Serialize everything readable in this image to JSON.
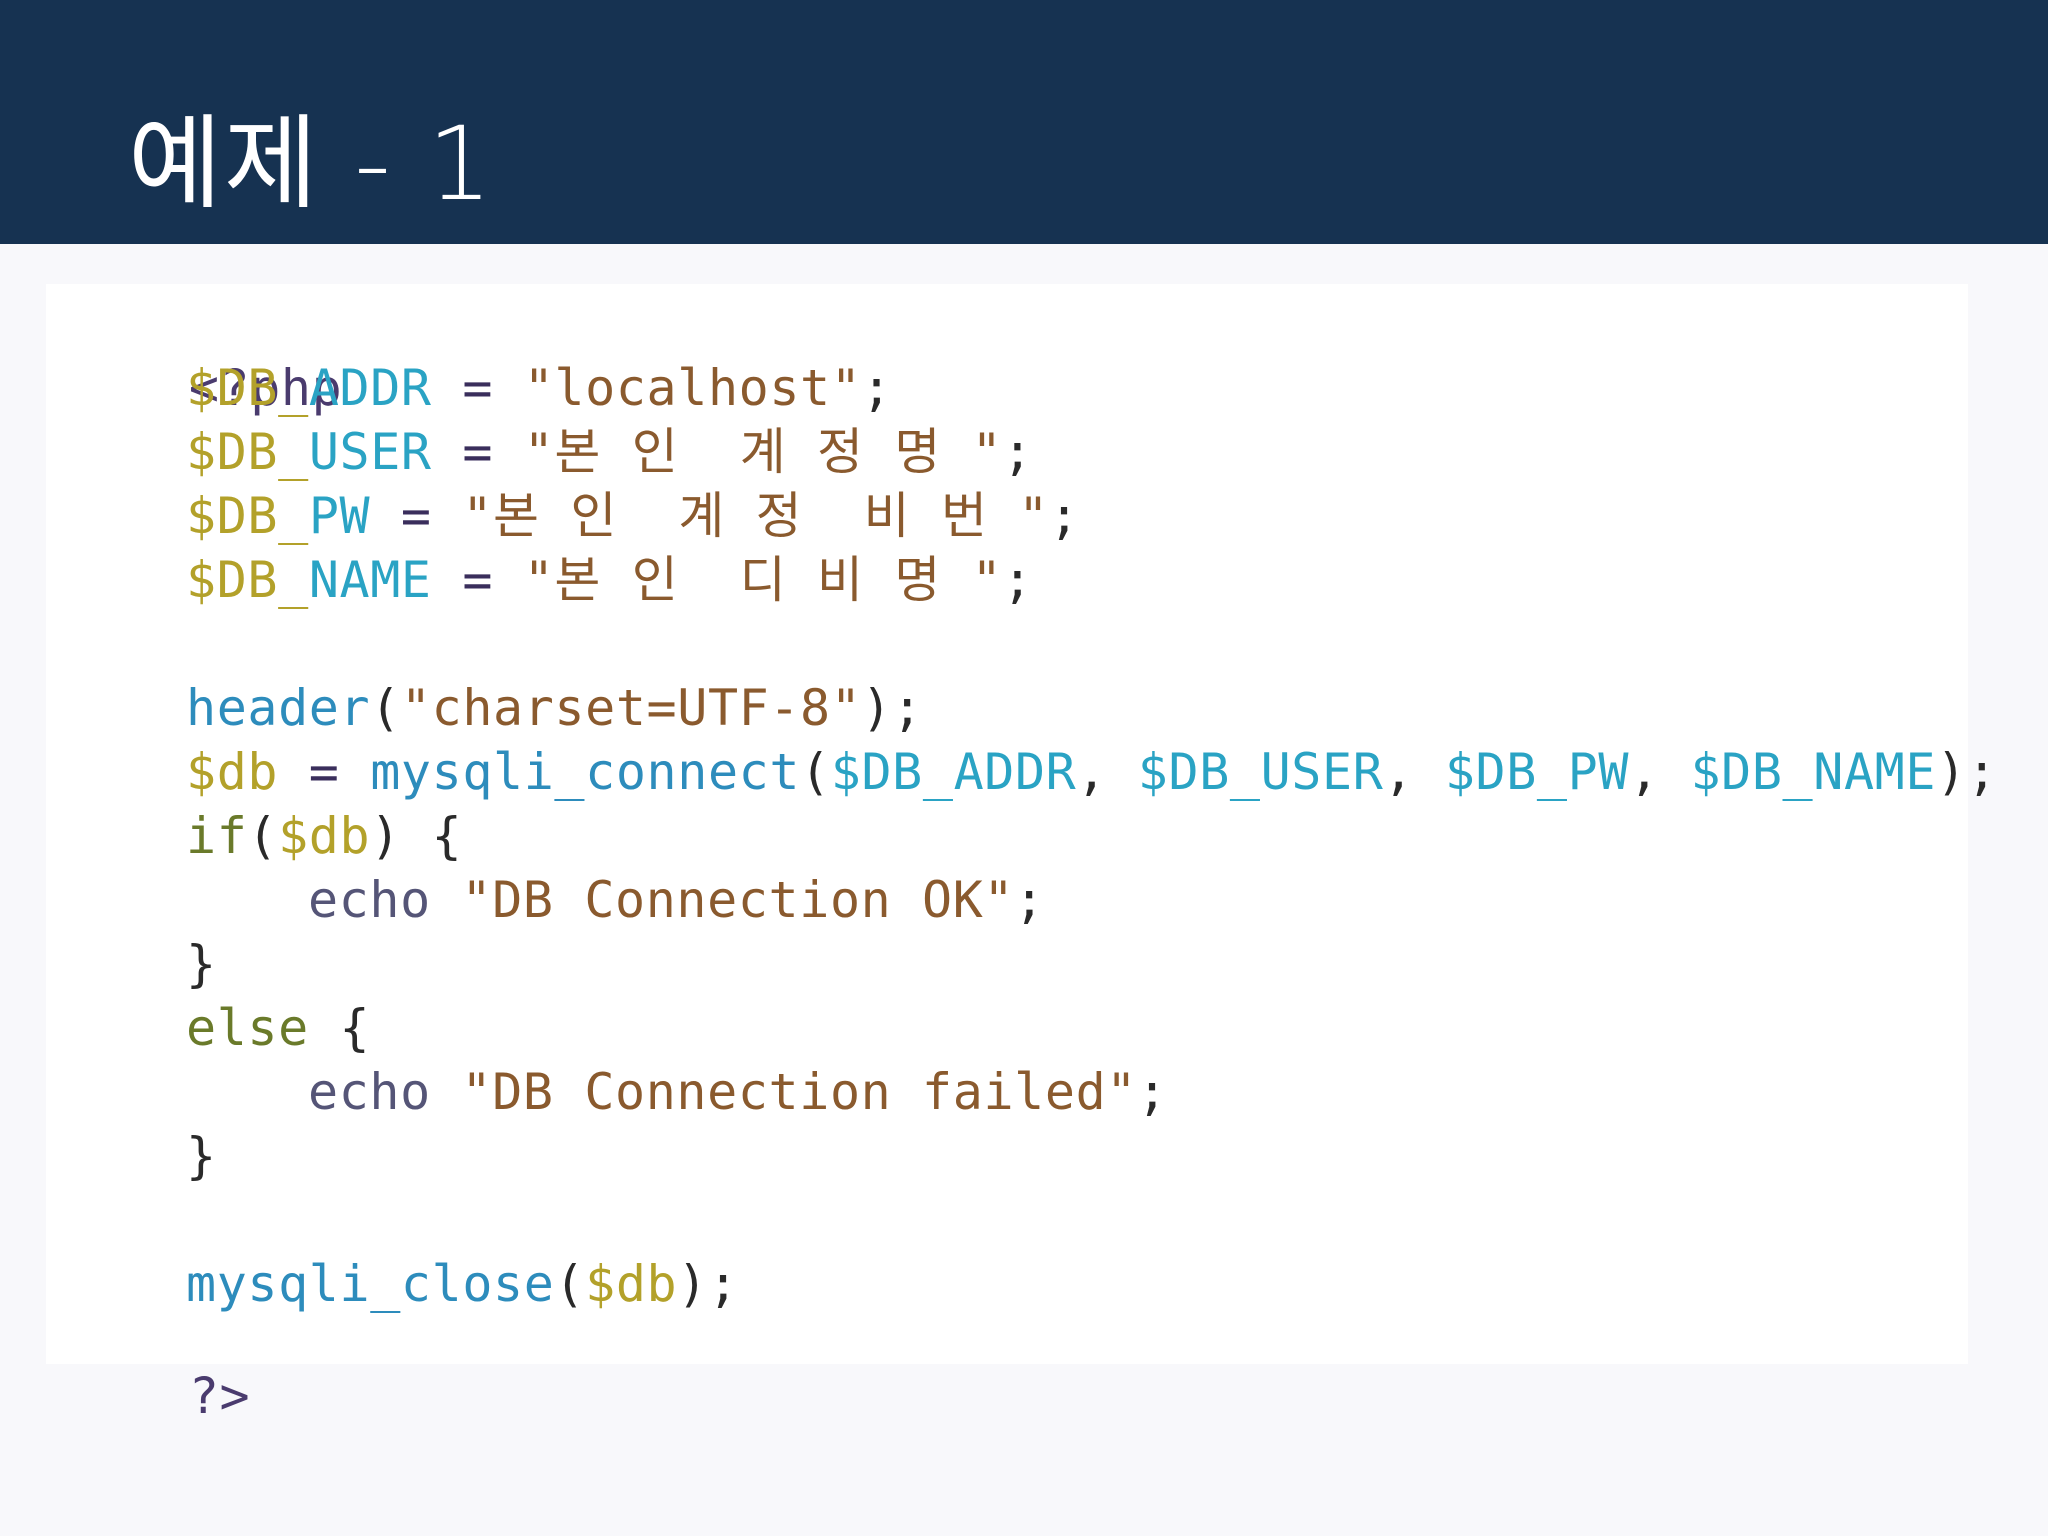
{
  "slide": {
    "title": "예제 - 1"
  },
  "code": {
    "line1": {
      "t": "<?php"
    },
    "line2": {
      "a": "$DB_",
      "b": "ADDR",
      "c": " = ",
      "d": "\"localhost\"",
      "e": ";"
    },
    "line3": {
      "a": "$DB_",
      "b": "USER",
      "c": " = ",
      "d": "\"본 인  계 정 명 \"",
      "e": ";"
    },
    "line4": {
      "a": "$DB_",
      "b": "PW",
      "c": " = ",
      "d": "\"본 인  계 정  비 번 \"",
      "e": ";"
    },
    "line5": {
      "a": "$DB_",
      "b": "NAME",
      "c": " = ",
      "d": "\"본 인  디 비 명 \"",
      "e": ";"
    },
    "line6": {
      "a": "header",
      "b": "(",
      "c": "\"charset=UTF-8\"",
      "d": ");"
    },
    "line7": {
      "a": "$db",
      "b": " = ",
      "c": "mysqli_connect",
      "d": "(",
      "e": "$DB_ADDR",
      "f": ", ",
      "g": "$DB_USER",
      "h": ", ",
      "i": "$DB_PW",
      "j": ", ",
      "k": "$DB_NAME",
      "l": ");"
    },
    "line8": {
      "a": "if",
      "b": "(",
      "c": "$db",
      "d": ") {"
    },
    "line9": {
      "a": "echo",
      "b": " ",
      "c": "\"DB Connection OK\"",
      "d": ";"
    },
    "line10": {
      "t": "}"
    },
    "line11": {
      "a": "else",
      "b": " {"
    },
    "line12": {
      "a": "echo",
      "b": " ",
      "c": "\"DB Connection failed\"",
      "d": ";"
    },
    "line13": {
      "t": "}"
    },
    "line14": {
      "a": "mysqli_close",
      "b": "(",
      "c": "$db",
      "d": ");"
    },
    "line15": {
      "t": "?>"
    }
  }
}
